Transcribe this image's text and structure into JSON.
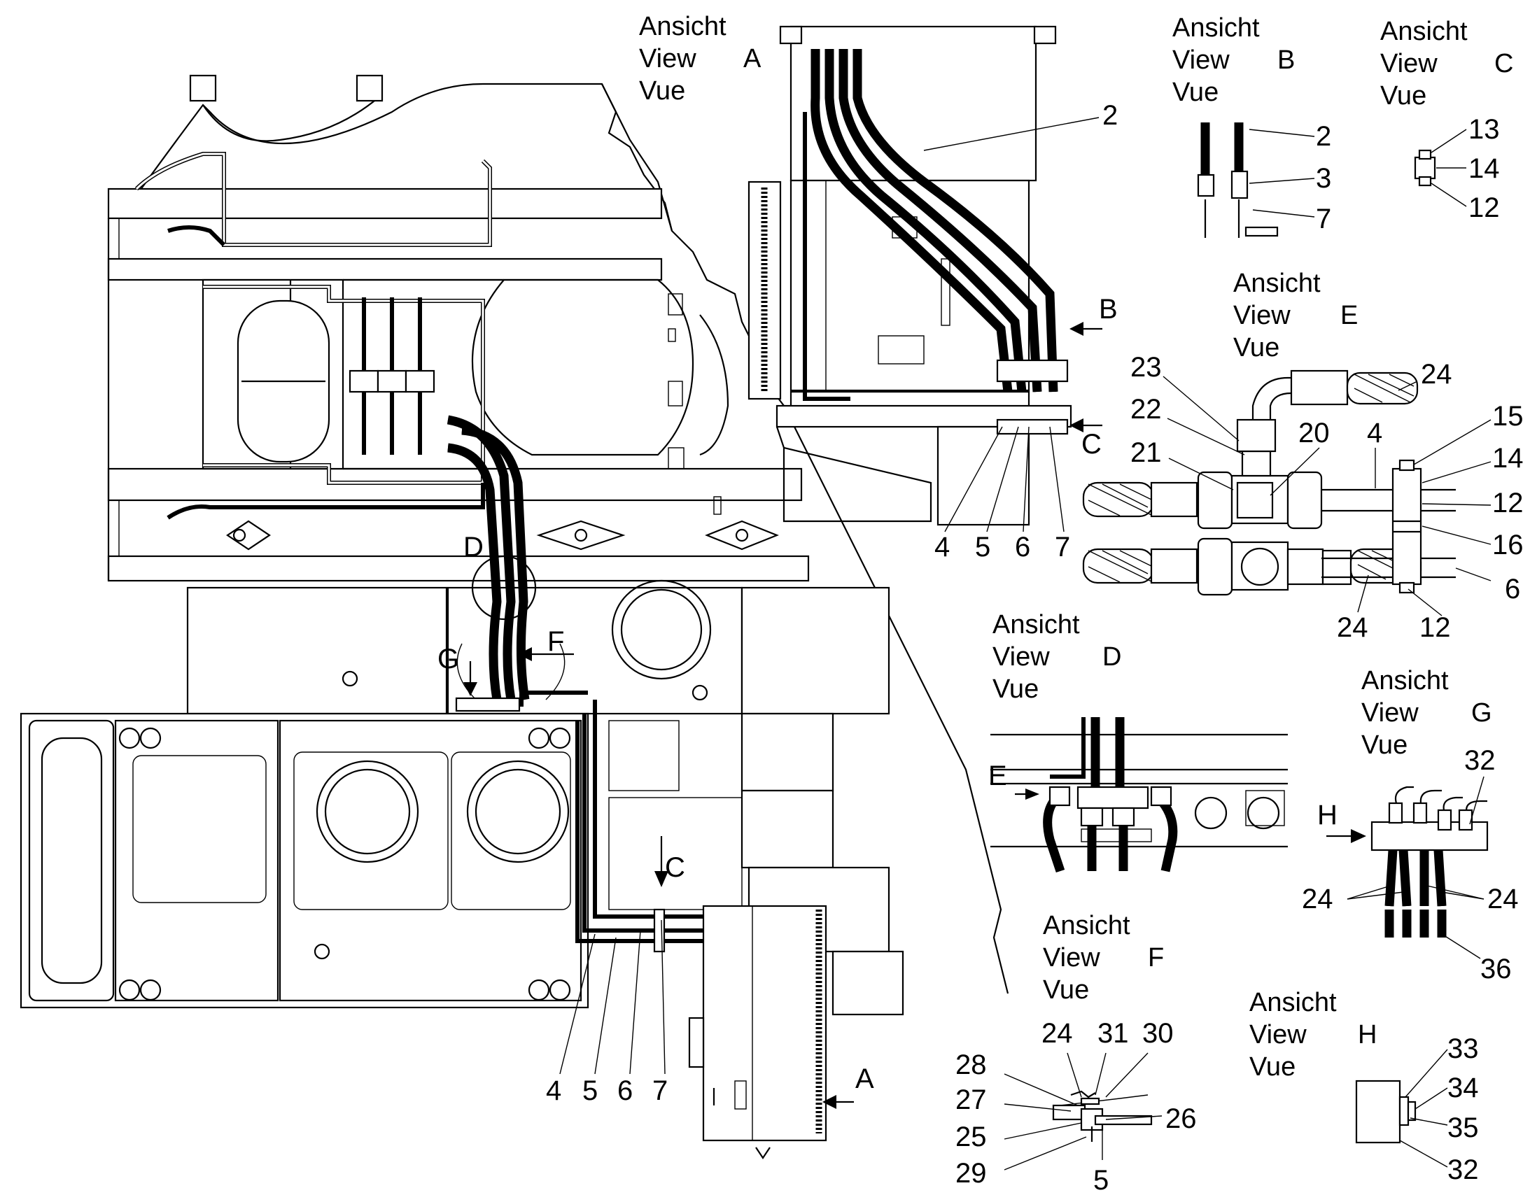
{
  "views": {
    "A": {
      "line1": "Ansicht",
      "line2": "View",
      "letter": "A",
      "line3": "Vue"
    },
    "B": {
      "line1": "Ansicht",
      "line2": "View",
      "letter": "B",
      "line3": "Vue"
    },
    "C": {
      "line1": "Ansicht",
      "line2": "View",
      "letter": "C",
      "line3": "Vue"
    },
    "D": {
      "line1": "Ansicht",
      "line2": "View",
      "letter": "D",
      "line3": "Vue"
    },
    "E": {
      "line1": "Ansicht",
      "line2": "View",
      "letter": "E",
      "line3": "Vue"
    },
    "F": {
      "line1": "Ansicht",
      "line2": "View",
      "letter": "F",
      "line3": "Vue"
    },
    "G": {
      "line1": "Ansicht",
      "line2": "View",
      "letter": "G",
      "line3": "Vue"
    },
    "H": {
      "line1": "Ansicht",
      "line2": "View",
      "letter": "H",
      "line3": "Vue"
    }
  },
  "markers": {
    "A": "A",
    "B": "B",
    "C_top": "C",
    "C_main": "C",
    "D": "D",
    "E": "E",
    "F": "F",
    "G": "G",
    "H": "H"
  },
  "callouts": {
    "main": [
      "4",
      "5",
      "6",
      "7"
    ],
    "view_a": [
      "2",
      "4",
      "5",
      "6",
      "7"
    ],
    "view_b": [
      "2",
      "3",
      "7"
    ],
    "view_c": [
      "13",
      "14",
      "12"
    ],
    "view_e": [
      "23",
      "22",
      "21",
      "20",
      "4",
      "24",
      "15",
      "14",
      "12",
      "16",
      "6",
      "24",
      "12"
    ],
    "view_f": [
      "28",
      "24",
      "31",
      "30",
      "27",
      "26",
      "25",
      "29",
      "5"
    ],
    "view_g": [
      "32",
      "24",
      "24",
      "36"
    ],
    "view_h": [
      "33",
      "34",
      "35",
      "32"
    ]
  }
}
